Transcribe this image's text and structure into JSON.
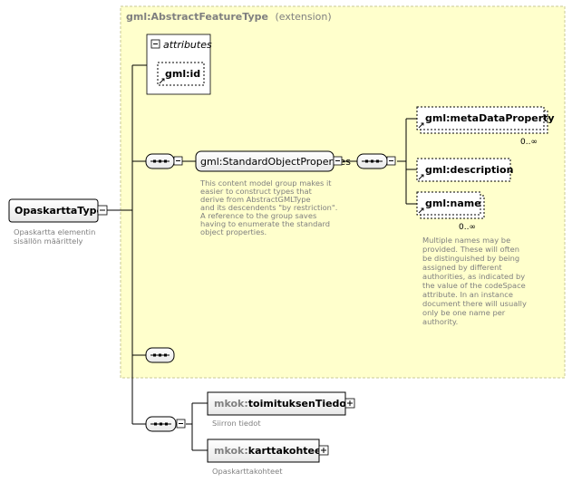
{
  "root": {
    "name": "OpaskarttaType",
    "desc_lines": [
      "Opaskartta elementin",
      "sisällön määrittely"
    ]
  },
  "extension": {
    "base": "gml:AbstractFeatureType",
    "label": "(extension)"
  },
  "attributes": {
    "title": "attributes",
    "items": [
      "gml:id"
    ]
  },
  "group": {
    "name": "gml:StandardObjectProperties",
    "desc_lines": [
      "This content model group makes it",
      "easier to construct types that",
      "derive from AbstractGMLType",
      "and its descendents \"by restriction\".",
      "A reference to the group saves",
      "having to enumerate the standard",
      "object properties."
    ]
  },
  "group_elements": [
    {
      "name": "gml:metaDataProperty",
      "card": "0..∞"
    },
    {
      "name": "gml:description",
      "card": ""
    },
    {
      "name": "gml:name",
      "card": "0..∞"
    }
  ],
  "name_desc_lines": [
    "Multiple names may be",
    "provided.  These will often",
    "be distinguished by being",
    "assigned by different",
    "authorities, as indicated by",
    "the value of the codeSpace",
    "attribute.  In an instance",
    "document there will usually",
    "only be one name per",
    "authority."
  ],
  "children": [
    {
      "prefix": "mkok:",
      "name": "toimituksenTiedot",
      "desc": "Siirron tiedot"
    },
    {
      "prefix": "mkok:",
      "name": "karttakohteet",
      "desc": "Opaskarttakohteet"
    }
  ],
  "colors": {
    "extension_bg": "#ffffcc",
    "extension_border": "#c8c896",
    "box_border": "#000000",
    "line": "#000000"
  }
}
